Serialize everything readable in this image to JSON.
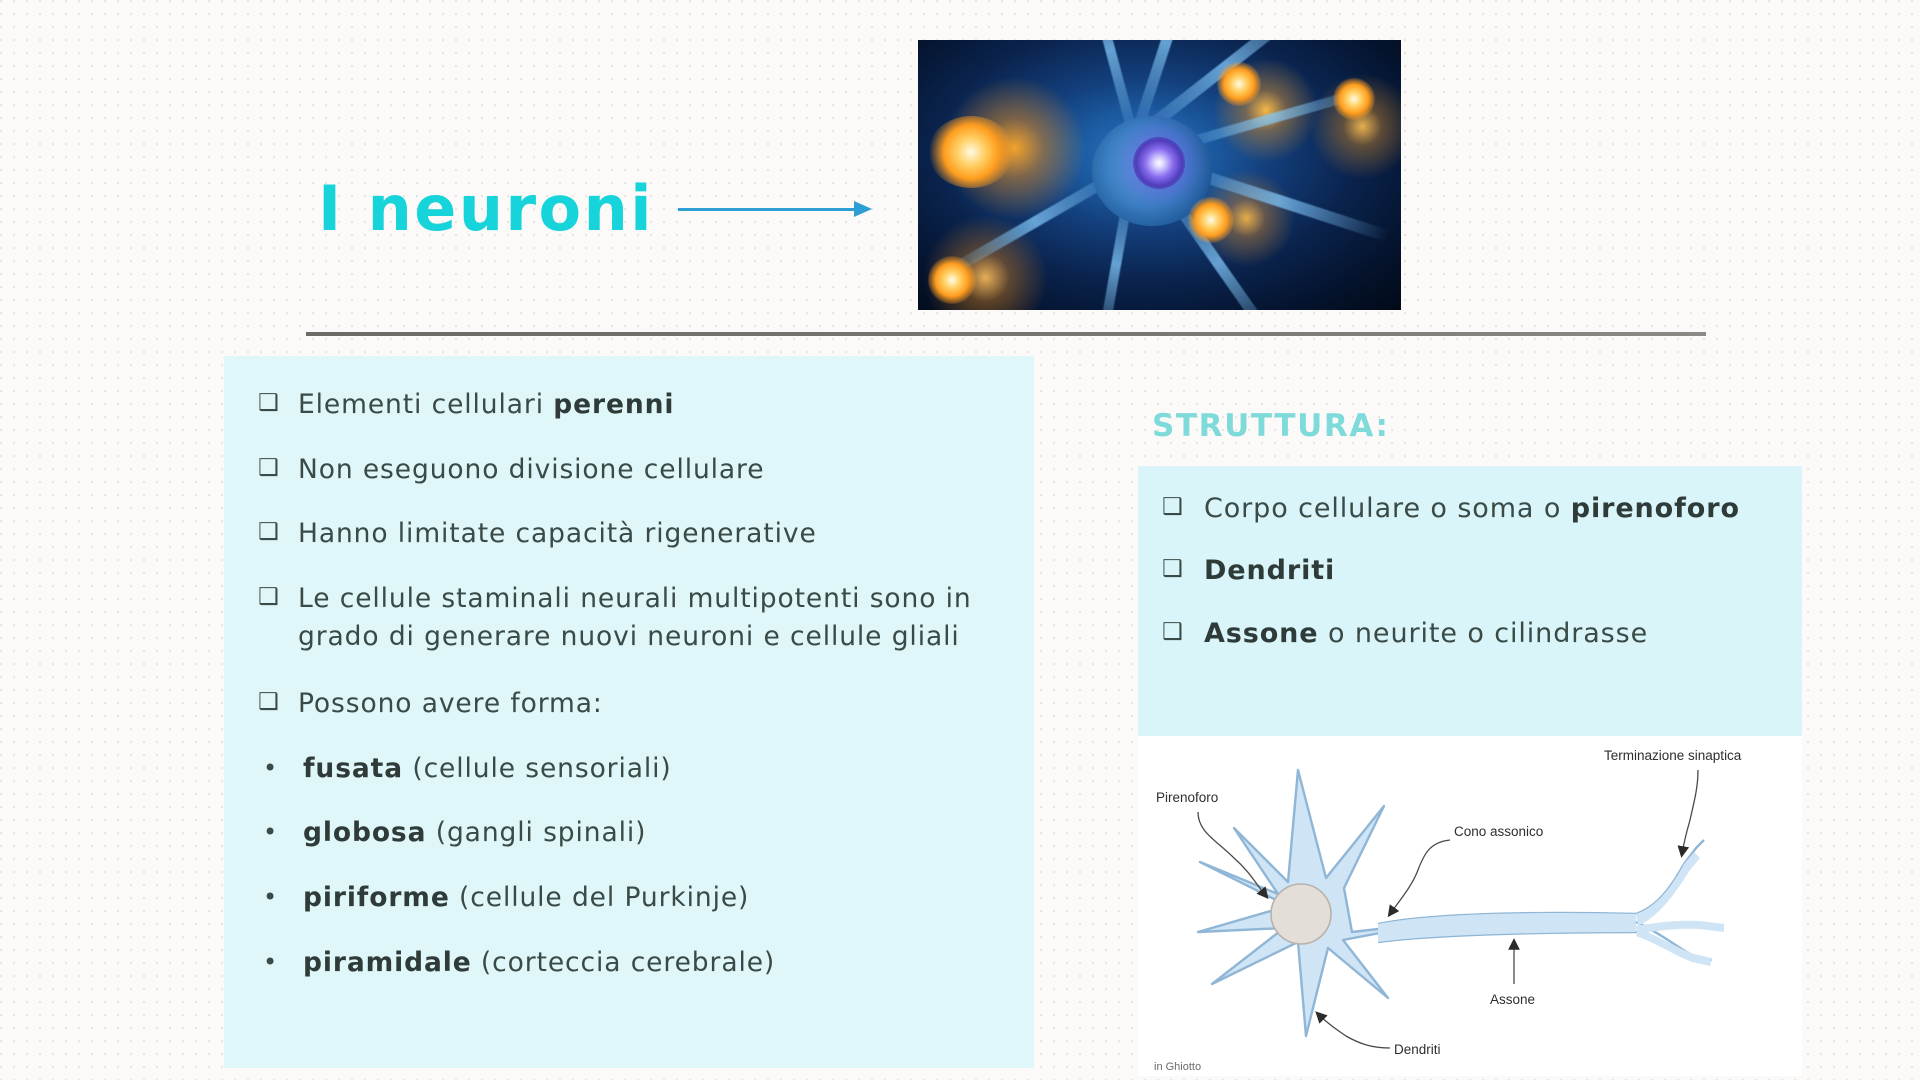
{
  "slide": {
    "title": "I neuroni",
    "title_color": "#17d3da",
    "arrow_color": "#2e9fd4",
    "panel_bg": "#e0f7f9",
    "divider_color": "#6e6a66"
  },
  "hero_photo": {
    "alt": "neuron-photo"
  },
  "left_panel": {
    "items": [
      {
        "marker": "❑",
        "text_html": "Elementi cellulari <b>perenni</b>"
      },
      {
        "marker": "❑",
        "text_html": "Non eseguono divisione cellulare"
      },
      {
        "marker": "❑",
        "text_html": "Hanno limitate capacità rigenerative"
      },
      {
        "marker": "❑",
        "text_html": "Le cellule staminali neurali multipotenti sono in grado di generare nuovi neuroni e cellule gliali"
      },
      {
        "marker": "❑",
        "text_html": "Possono avere forma:"
      },
      {
        "marker": "•",
        "text_html": "<b>fusata</b> (cellule sensoriali)"
      },
      {
        "marker": "•",
        "text_html": "<b>globosa</b> (gangli spinali)"
      },
      {
        "marker": "•",
        "text_html": "<b>piriforme</b> (cellule del Purkinje)"
      },
      {
        "marker": "•",
        "text_html": "<b>piramidale</b> (corteccia cerebrale)"
      }
    ]
  },
  "right_column": {
    "heading": "STRUTTURA:",
    "heading_color": "#7fdada",
    "items": [
      {
        "marker": "❑",
        "text_html": "Corpo cellulare o soma o <b>pirenoforo</b>"
      },
      {
        "marker": "❑",
        "text_html": "<b>Dendriti</b>"
      },
      {
        "marker": "❑",
        "text_html": "<b>Assone</b> o neurite o cilindrasse"
      }
    ]
  },
  "schematic": {
    "labels": {
      "pirenoforo": "Pirenoforo",
      "cono_assonico": "Cono assonico",
      "terminazione_sinaptica": "Terminazione sinaptica",
      "assone": "Assone",
      "dendriti": "Dendriti",
      "credit": "in Ghiotto"
    }
  }
}
